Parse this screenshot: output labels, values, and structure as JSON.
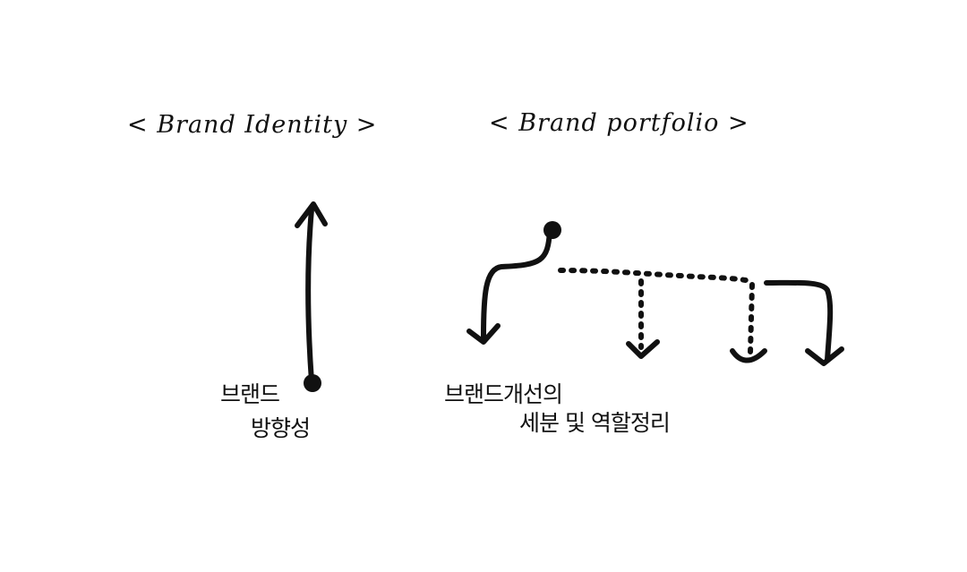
{
  "left_section": {
    "title": "< Brand Identity >",
    "label_line1": "브랜드",
    "label_line2": "방향성"
  },
  "right_section": {
    "title": "< Brand portfolio >",
    "label_line1": "브랜드개선의",
    "label_line2": "세분 및 역할정리"
  },
  "colors": {
    "ink": "#111111",
    "background": "#ffffff"
  }
}
